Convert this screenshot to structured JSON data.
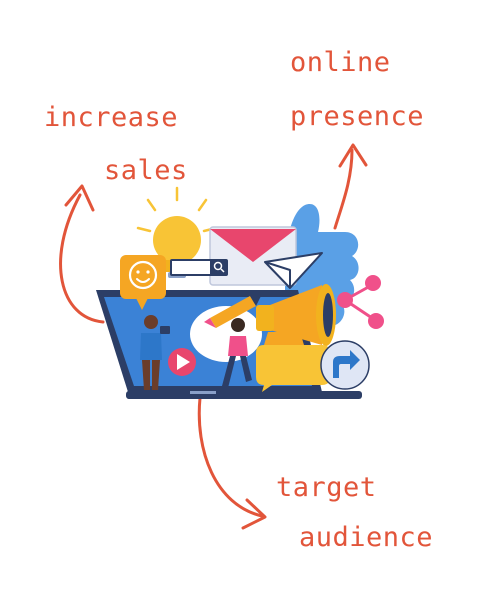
{
  "labels": {
    "increase_line1": "increase",
    "increase_line2": "sales",
    "online_line1": "online",
    "online_line2": "presence",
    "target_line1": "target",
    "target_line2": "audience"
  },
  "colors": {
    "annotation": "#e2553a",
    "laptop_screen": "#3b82d6",
    "laptop_base": "#2c3e66",
    "thumbs_up": "#5aa0e6",
    "megaphone": "#f5a623",
    "accent_pink": "#f0508a",
    "bulb": "#f8c436"
  },
  "icons": [
    "smiley-icon",
    "lightbulb-icon",
    "envelope-icon",
    "paper-plane-icon",
    "thumbs-up-icon",
    "megaphone-icon",
    "share-icon",
    "search-icon",
    "play-icon",
    "pencil-icon",
    "video-camera-icon"
  ]
}
